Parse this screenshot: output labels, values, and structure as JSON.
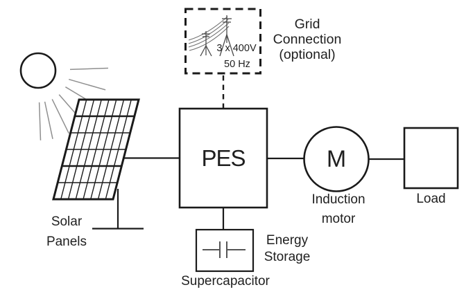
{
  "diagram": {
    "background": "#ffffff",
    "line_color": "#1a1a1a",
    "ray_color": "#8f8f8f",
    "capacitor_color": "#555555",
    "grid_connection": {
      "line1": "Grid",
      "line2": "Connection",
      "line3": "(optional)",
      "voltage": "3 x 400V",
      "frequency": "50 Hz"
    },
    "solar_panels": {
      "line1": "Solar",
      "line2": "Panels"
    },
    "pes": {
      "label": "PES"
    },
    "motor": {
      "symbol": "M",
      "line1": "Induction",
      "line2": "motor"
    },
    "load": {
      "label": "Load"
    },
    "storage": {
      "line1": "Energy",
      "line2": "Storage",
      "caption": "Supercapacitor"
    }
  }
}
